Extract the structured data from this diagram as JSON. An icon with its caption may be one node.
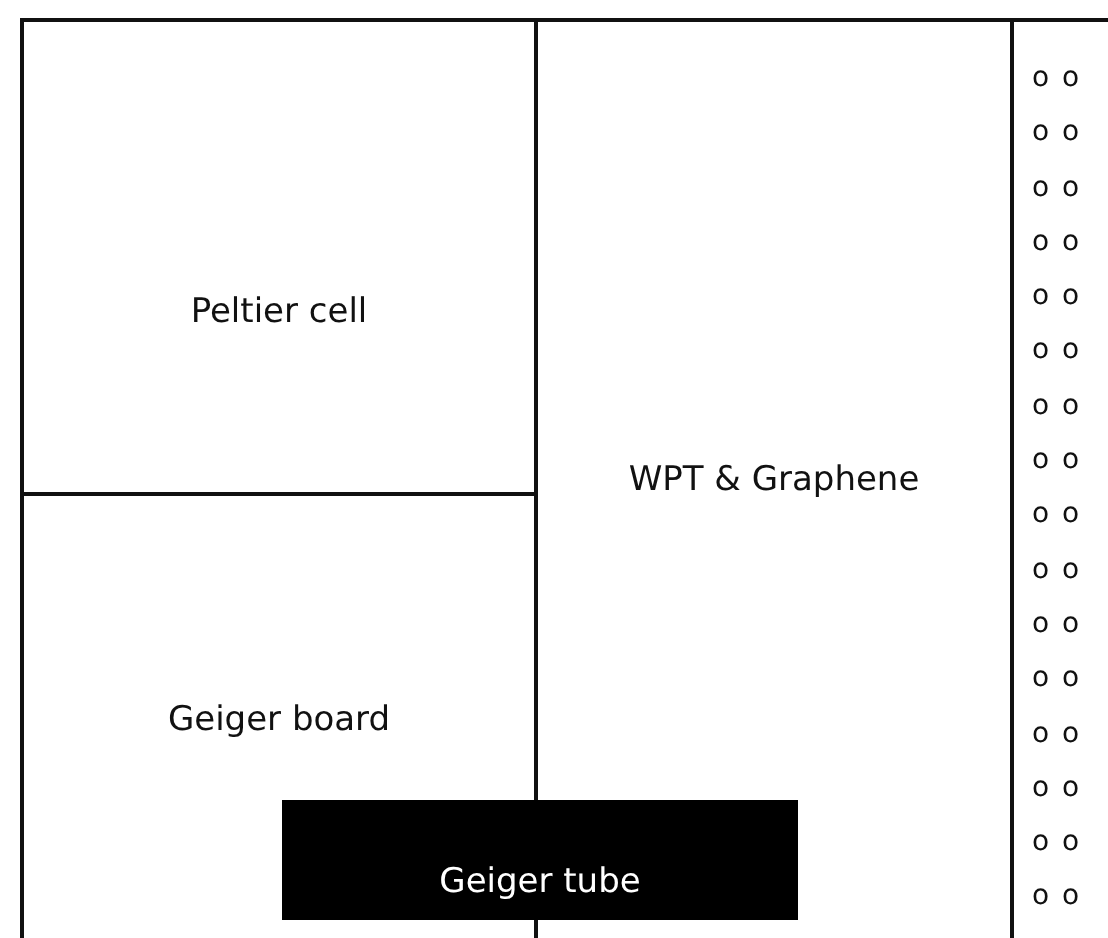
{
  "diagram": {
    "nodes": [
      {
        "text": [],
        "shape": "box"
      },
      {
        "text": [
          "Peltier cell"
        ],
        "in": 0
      },
      {
        "text": [
          "Geiger board"
        ],
        "in": 0
      },
      {
        "text": [
          "WPT & Graphene"
        ],
        "in": 0
      },
      {
        "text": [
          "o o",
          "o o",
          "o o",
          "o o",
          "o o",
          "o o",
          "o o",
          "o o",
          "o o",
          "o o",
          "o o",
          "o o",
          "o o",
          "o o",
          "o o",
          "o o"
        ],
        "in": 0
      },
      {
        "text": [
          "Geiger tube"
        ],
        "in": 0
      }
    ]
  }
}
